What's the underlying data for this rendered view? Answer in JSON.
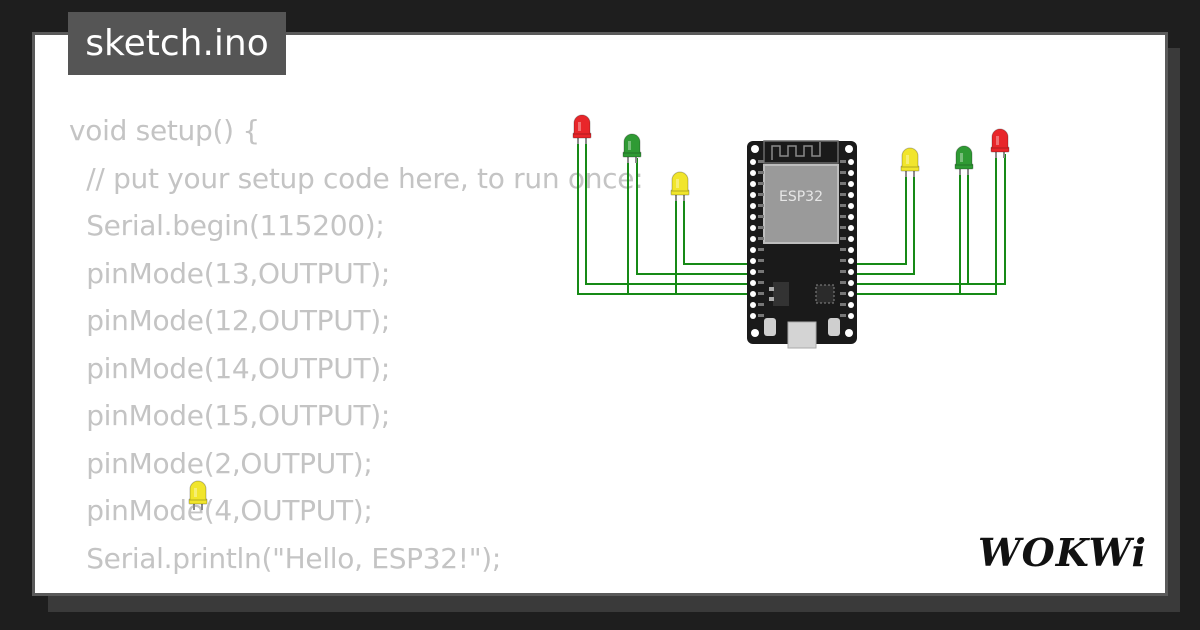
{
  "title": "sketch.ino",
  "brand": "WOKWi",
  "code_lines": [
    "void setup() {",
    "  // put your setup code here, to run once:",
    "  Serial.begin(115200);",
    "  pinMode(13,OUTPUT);",
    "  pinMode(12,OUTPUT);",
    "  pinMode(14,OUTPUT);",
    "  pinMode(15,OUTPUT);",
    "  pinMode(2,OUTPUT);",
    "  pinMode(4,OUTPUT);",
    "  Serial.println(\"Hello, ESP32!\");",
    "}"
  ],
  "board": {
    "label": "ESP32"
  },
  "leds": [
    {
      "color_name": "red"
    },
    {
      "color_name": "green"
    },
    {
      "color_name": "yellow"
    },
    {
      "color_name": "yellow"
    },
    {
      "color_name": "green"
    },
    {
      "color_name": "red"
    },
    {
      "color_name": "yellow"
    }
  ],
  "colors": {
    "red": "#e8262a",
    "green": "#2f9a34",
    "yellow": "#f1e52c",
    "wire": "#168a16",
    "board": "#1a1a1a",
    "tag_bg": "#555555",
    "code_text": "#c4c4c4"
  }
}
